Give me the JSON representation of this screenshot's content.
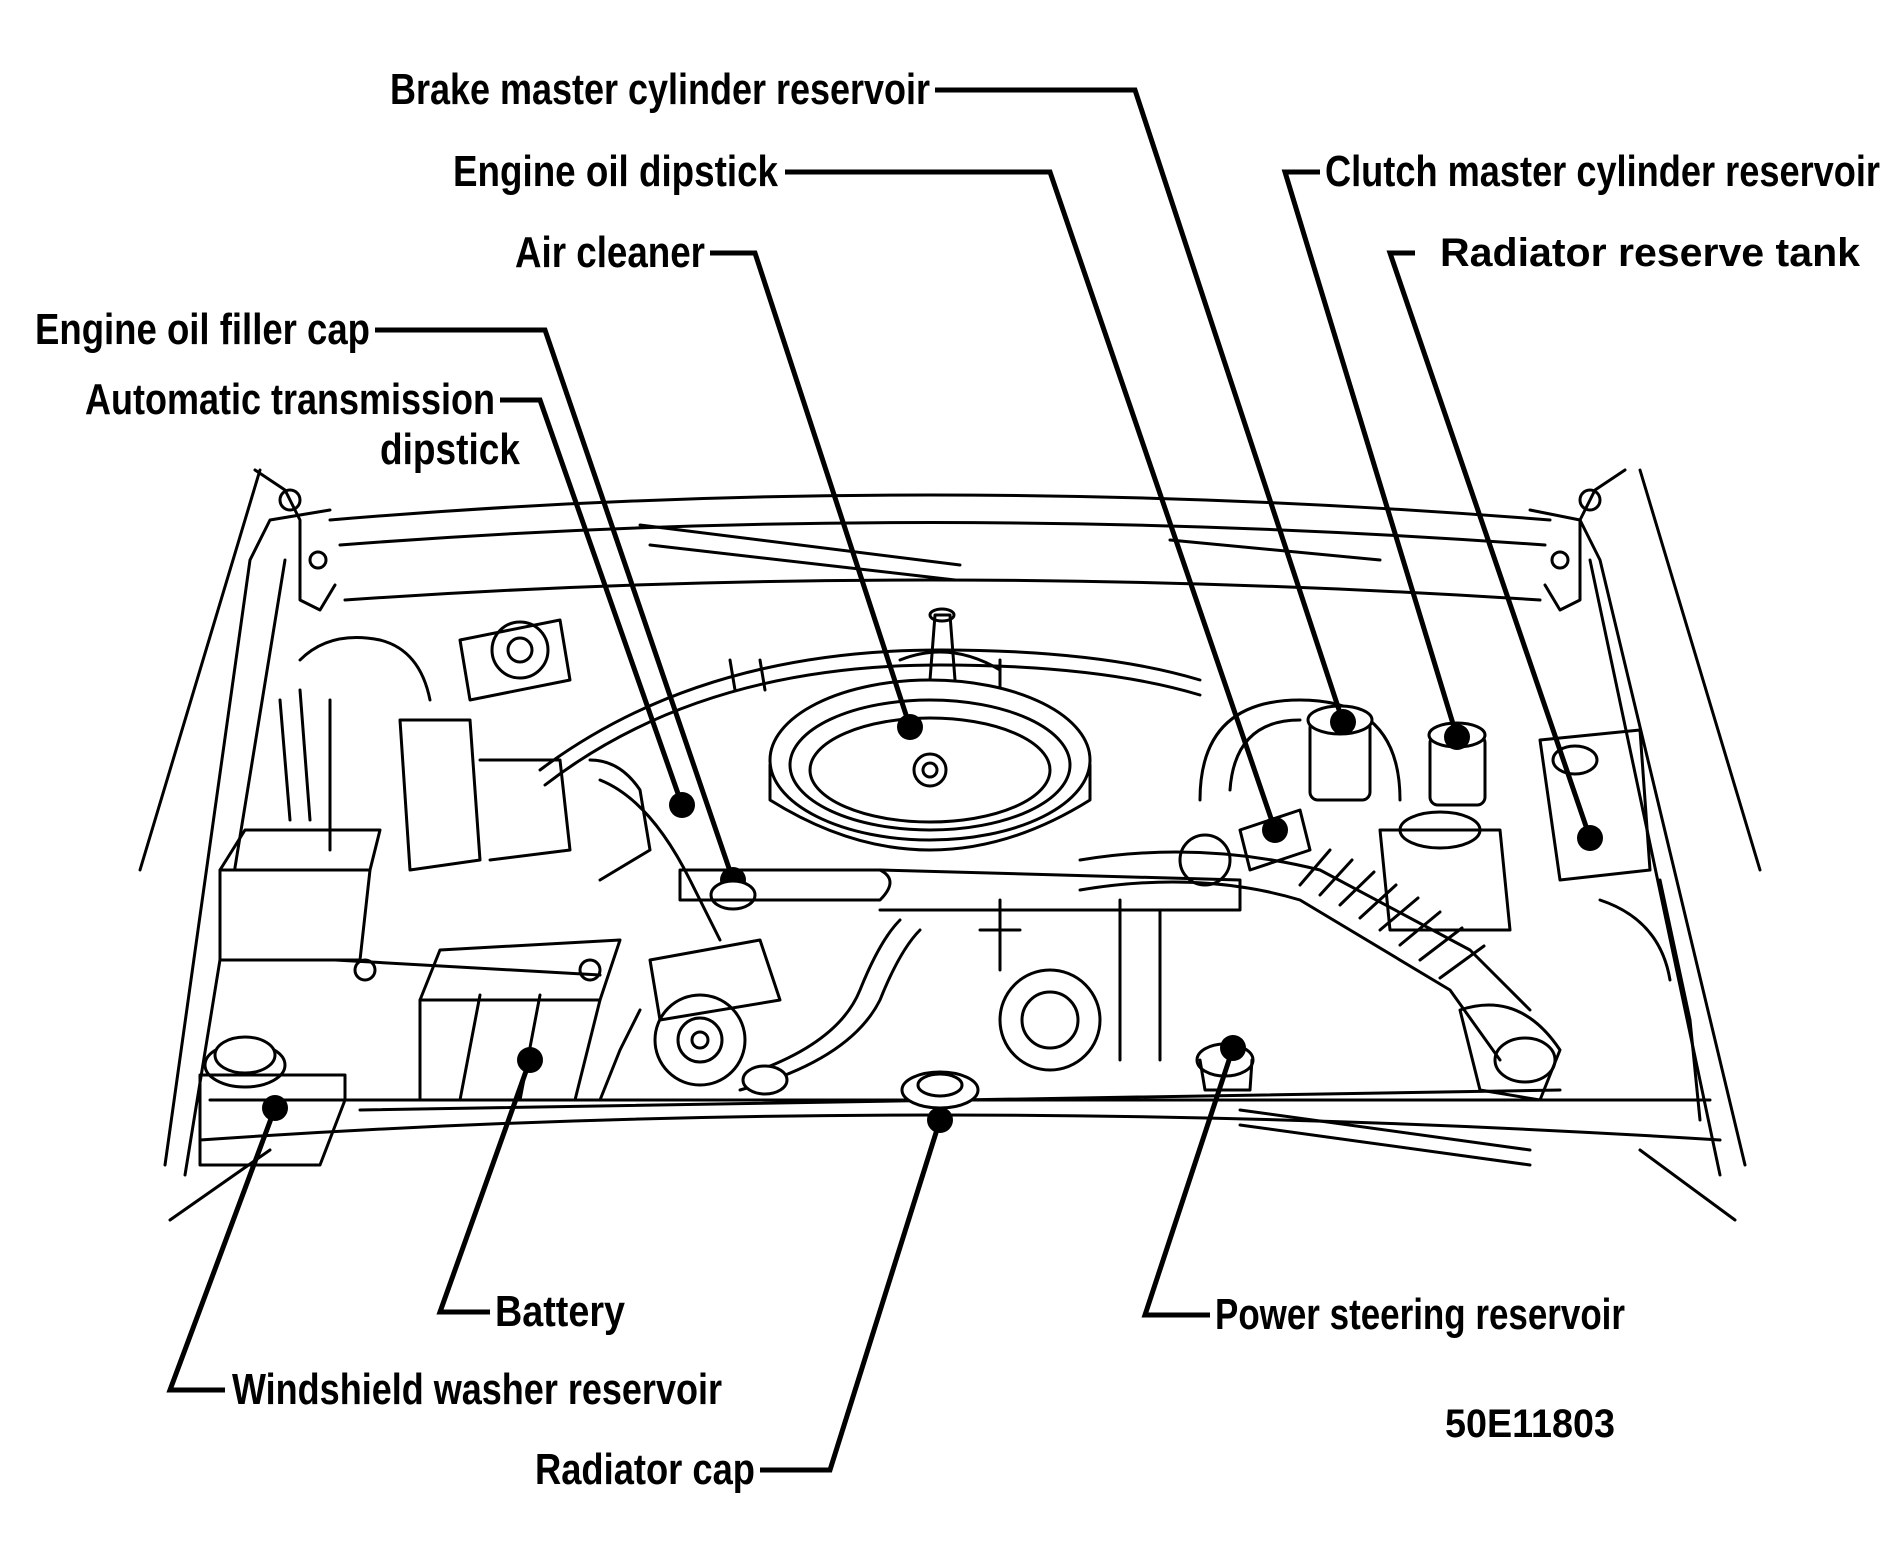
{
  "callouts": {
    "brake_master": "Brake master cylinder reservoir",
    "oil_dipstick": "Engine oil dipstick",
    "air_cleaner": "Air cleaner",
    "clutch_master": "Clutch master cylinder reservoir",
    "radiator_reserve": "Radiator reserve tank",
    "oil_filler": "Engine oil filler cap",
    "at_dipstick_line1": "Automatic transmission",
    "at_dipstick_line2": "dipstick",
    "battery": "Battery",
    "washer": "Windshield washer reservoir",
    "radiator_cap": "Radiator cap",
    "power_steering": "Power steering reservoir"
  },
  "figure_code": "50E11803"
}
